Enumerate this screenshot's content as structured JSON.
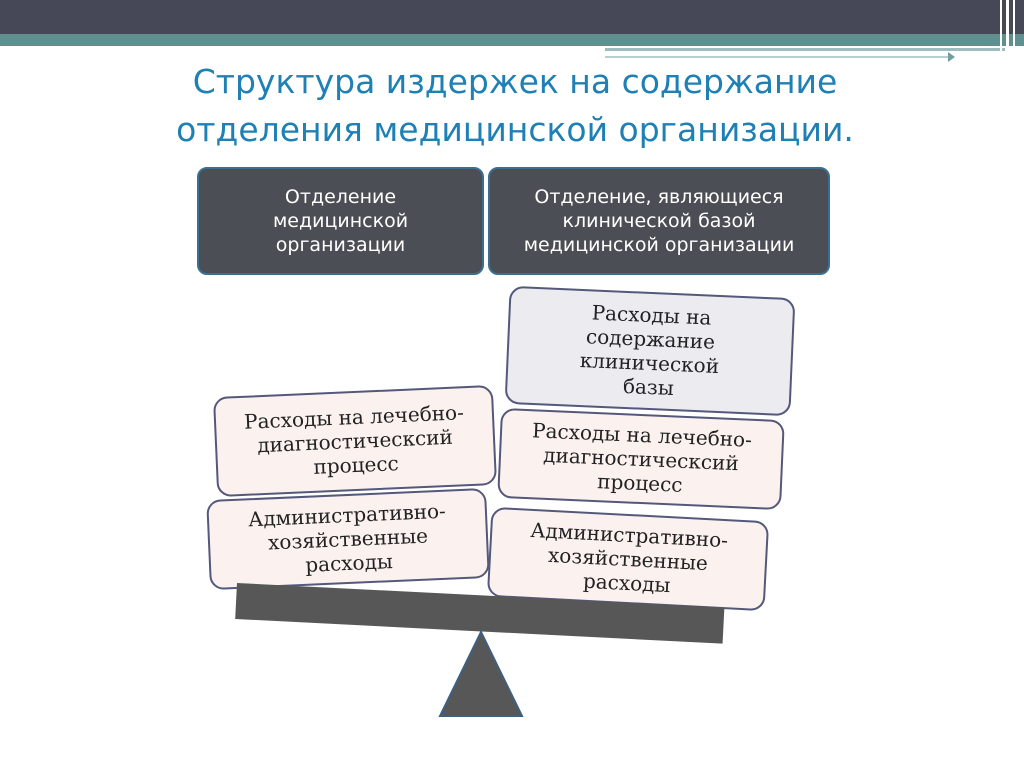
{
  "slide": {
    "title": "Структура издержек на содержание отделения медицинской организации."
  },
  "columns": {
    "left": {
      "header": "Отделение медицинской организации",
      "treatment_costs": "Расходы на лечебно-диагностическсий процесс",
      "admin_costs": "Административно-хозяйственные расходы"
    },
    "right": {
      "header": "Отделение, являющиеся клинической базой медицинской организации",
      "clinical_base_costs": "Расходы на содержание клинической базы",
      "treatment_costs": "Расходы на лечебно-диагностическсий процесс",
      "admin_costs": "Административно-хозяйственные расходы"
    }
  },
  "colors": {
    "title": "#1f80b5",
    "header_fill": "#4b4e55",
    "cost_box_fill": "#fbf1ef",
    "clinical_box_fill": "#ecebf0",
    "scale": "#575757"
  }
}
